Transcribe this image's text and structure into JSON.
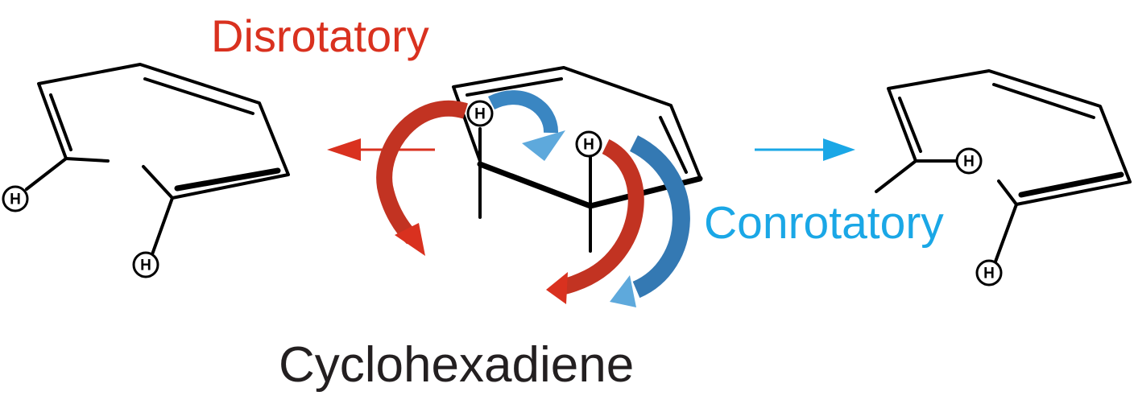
{
  "title": "Cyclohexadiene",
  "labels": {
    "disrotatory": "Disrotatory",
    "conrotatory": "Conrotatory",
    "hydrogen": "H"
  },
  "colors": {
    "disrotatory": "#d9311f",
    "disrotatory_dark": "#b22a1d",
    "conrotatory": "#1aa7e6",
    "conrotatory_dark": "#3479b3",
    "conrotatory_light": "#5ea9dc",
    "bond": "#000000"
  }
}
